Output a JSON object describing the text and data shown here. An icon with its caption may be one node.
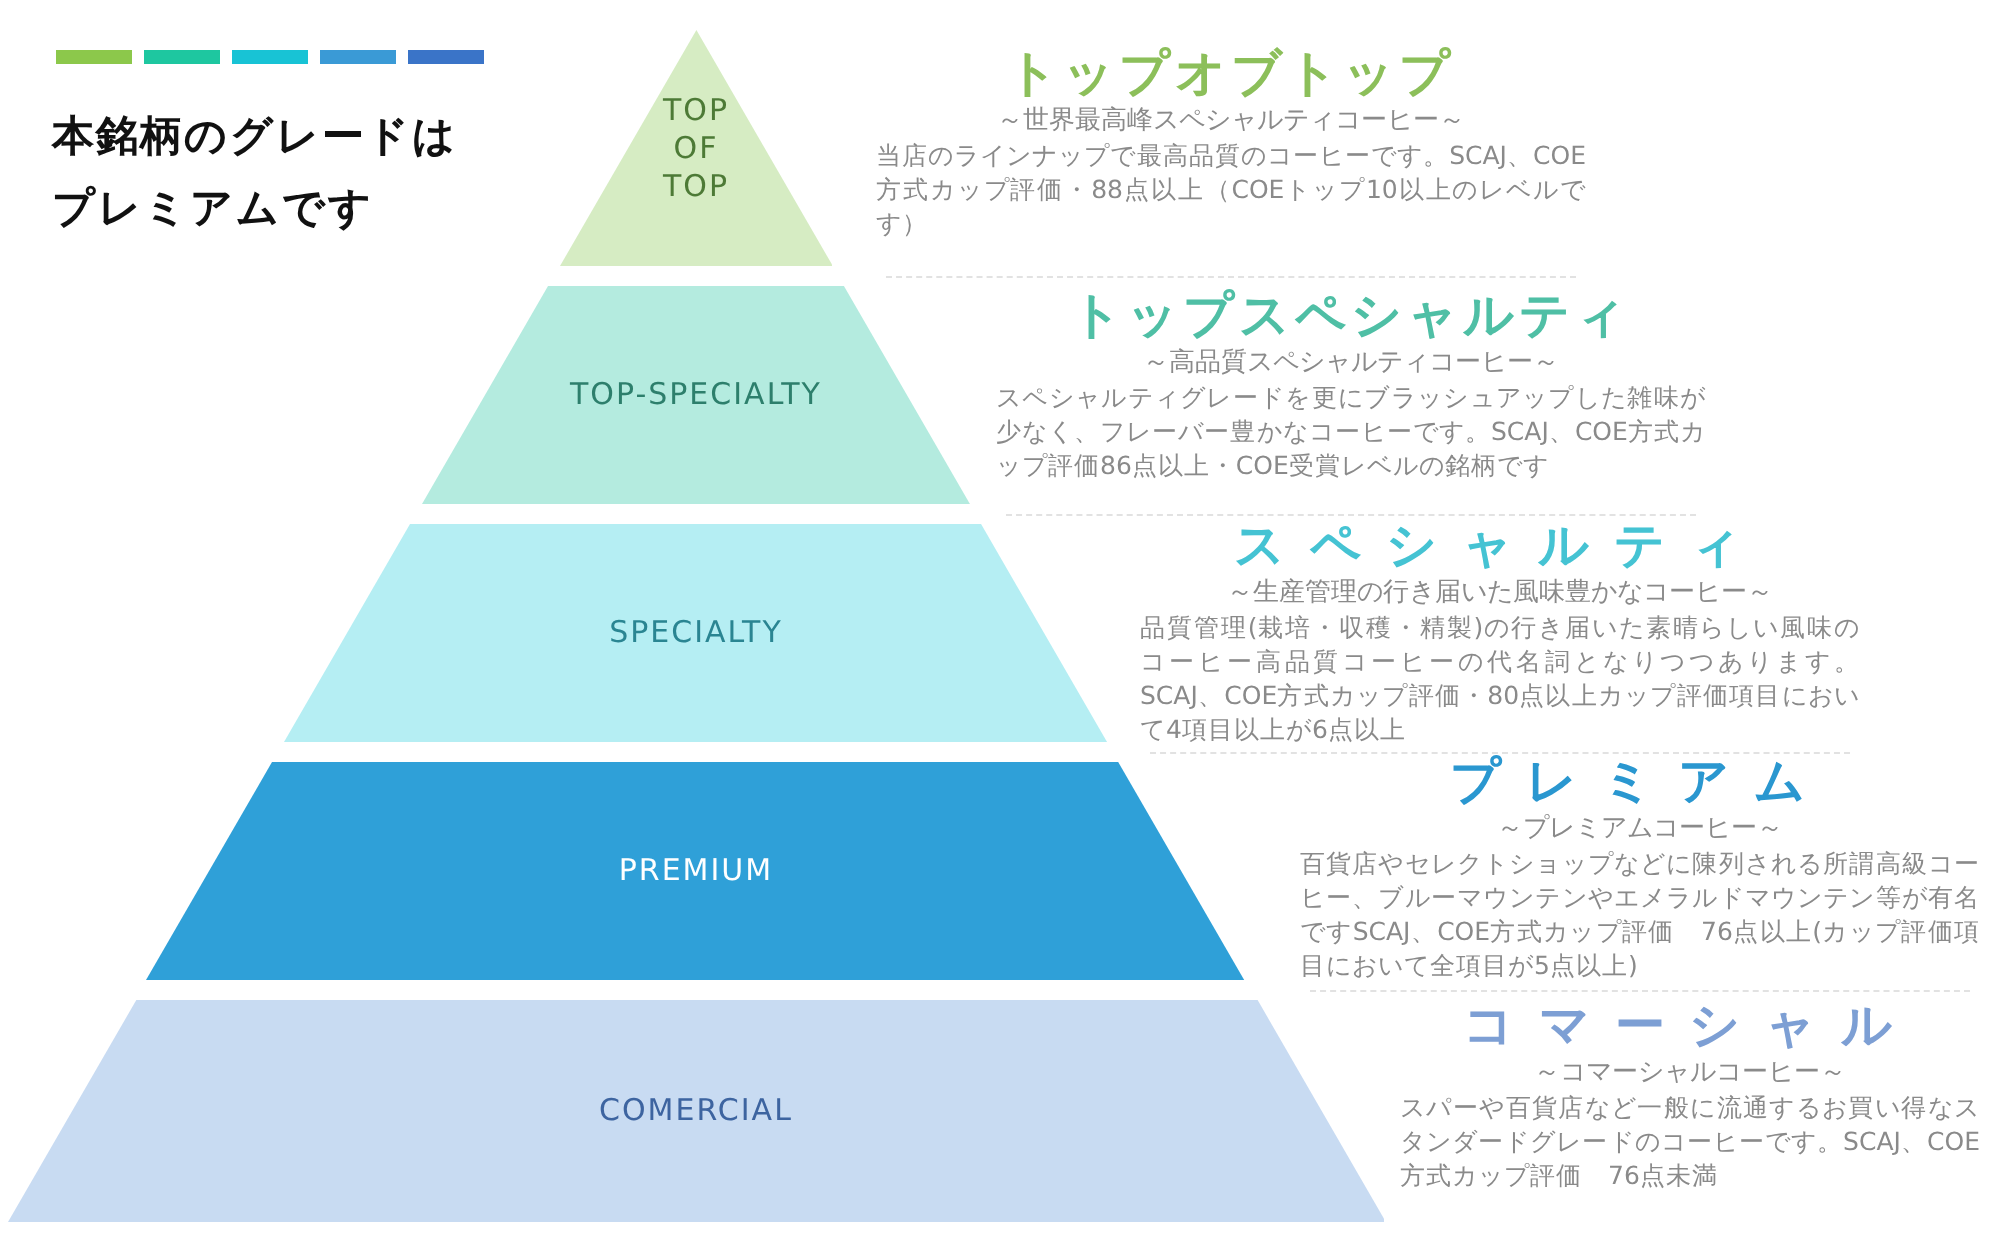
{
  "diagram": {
    "title": "本銘柄のグレードはプレミアムです",
    "nodes": [
      {
        "text": [
          "TOP OF TOP"
        ],
        "beside": [
          "トップオブトップ",
          "～世界最高峰スペシャルティコーヒー～",
          "当店のラインナップで最高品質のコーヒーです。SCAJ、COE方式カップ評価・88点以上（COEトップ10以上のレベルです）"
        ]
      },
      {
        "text": [
          "TOP-SPECIALTY"
        ],
        "beside": [
          "トップスペシャルティ",
          "～高品質スペシャルティコーヒー～",
          "スペシャルティグレードを更にブラッシュアップした雑味が少なく、フレーバー豊かなコーヒーです。SCAJ、COE方式カップ評価86点以上・COE受賞レベルの銘柄です"
        ]
      },
      {
        "text": [
          "SPECIALTY"
        ],
        "beside": [
          "スペシャルティ",
          "～生産管理の行き届いた風味豊かなコーヒー～",
          "品質管理(栽培・収穫・精製)の行き届いた素晴らしい風味のコーヒー高品質コーヒーの代名詞となりつつあります。SCAJ、COE方式カップ評価・80点以上カップ評価項目において4項目以上が6点以上"
        ]
      },
      {
        "text": [
          "PREMIUM"
        ],
        "beside": [
          "プレミアム",
          "～プレミアムコーヒー～",
          "百貨店やセレクトショップなどに陳列される所謂高級コーヒー、ブルーマウンテンやエメラルドマウンテン等が有名ですSCAJ、COE方式カップ評価　76点以上(カップ評価項目において全項目が5点以上)"
        ]
      },
      {
        "text": [
          "COMERCIAL"
        ],
        "beside": [
          "コマーシャル",
          "～コマーシャルコーヒー～",
          "スパーや百貨店など一般に流通するお買い得なスタンダードグレードのコーヒーです。SCAJ、COE方式カップ評価　76点未満"
        ]
      }
    ]
  }
}
